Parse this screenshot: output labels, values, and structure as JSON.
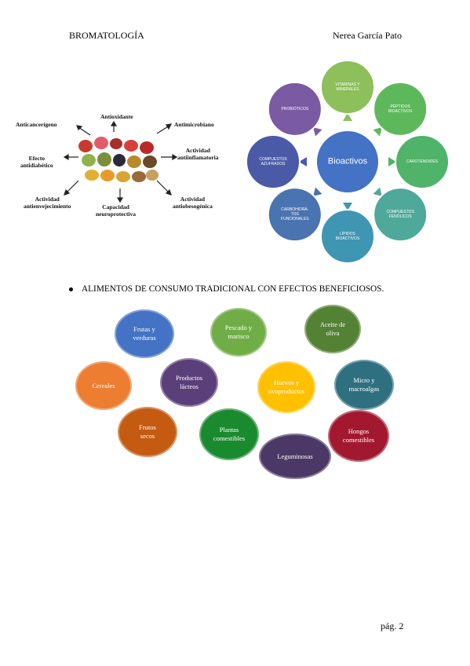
{
  "header": {
    "left": "BROMATOLOGÍA",
    "right": "Nerea García Pato"
  },
  "left_figure": {
    "labels": {
      "anticancerigeno": "Anticancerígeno",
      "antioxidante": "Antioxidante",
      "antimicrobiano": "Antimicrobiano",
      "efecto_antidiabetico": "Efecto\nantidiabético",
      "actividad_antiinflamatoria": "Actividad\nantiinflamatoria",
      "actividad_antienvejecimiento": "Actividad\nantienvejecimiento",
      "capacidad_neuroprotectiva": "Capacidad\nneuroprotectiva",
      "actividad_antiobesogenica": "Actividad\nantiobesogénica"
    }
  },
  "bioactivos": {
    "center": "Bioactivos",
    "nodes": [
      {
        "label": "VITAMINAS Y\nMINERALES",
        "color": "#8dbf5a"
      },
      {
        "label": "PÉPTIDOS\nBIOACTIVOS",
        "color": "#5db85c"
      },
      {
        "label": "CAROTENOIDES",
        "color": "#4fb46a"
      },
      {
        "label": "COMPUESTOS\nFENÓLICOS",
        "color": "#4fa99a"
      },
      {
        "label": "LÍPIDOS\nBIOACTIVOS",
        "color": "#3e96b3"
      },
      {
        "label": "CARBOHIDRA-\nTOS\nFUNCIONALES",
        "color": "#4a74b0"
      },
      {
        "label": "COMPUESTOS\nAZUFRADOS",
        "color": "#4b5aa6"
      },
      {
        "label": "PROBIÓTICOS",
        "color": "#7a5aa3"
      }
    ]
  },
  "section_title": "ALIMENTOS DE CONSUMO TRADICIONAL CON EFECTOS BENEFICIOSOS.",
  "foods": [
    {
      "label": "Frutas y\nverduras",
      "color": "#4472c4"
    },
    {
      "label": "Pescado y\nmarisco",
      "color": "#70ad47"
    },
    {
      "label": "Aceite de\noliva",
      "color": "#548235"
    },
    {
      "label": "Cereales",
      "color": "#ed7d31"
    },
    {
      "label": "Productos\nlácteos",
      "color": "#5b3f7a"
    },
    {
      "label": "Huevos y\novoproductos",
      "color": "#ffc000"
    },
    {
      "label": "Micro y\nmacroalgas",
      "color": "#2e6f80"
    },
    {
      "label": "Frutos\nsecos",
      "color": "#c55a11"
    },
    {
      "label": "Plantas\ncomestibles",
      "color": "#1a8a2e"
    },
    {
      "label": "Leguminosas",
      "color": "#4b3866"
    },
    {
      "label": "Hongos\ncomestibles",
      "color": "#a2182f"
    }
  ],
  "page_number": "pág. 2"
}
